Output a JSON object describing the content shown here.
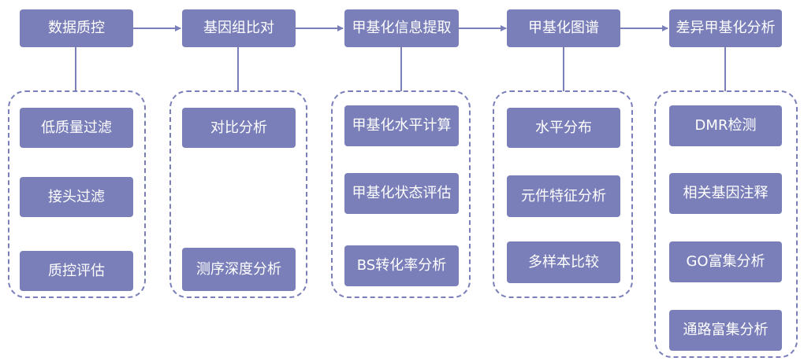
{
  "colors": {
    "box": "#7a7fb9",
    "line": "#7a7fb9",
    "text": "#ffffff",
    "background": "#ffffff"
  },
  "columns": [
    {
      "step": "数据质控",
      "items": [
        "低质量过滤",
        "接头过滤",
        "质控评估"
      ]
    },
    {
      "step": "基因组比对",
      "items": [
        "对比分析",
        "测序深度分析"
      ]
    },
    {
      "step": "甲基化信息提取",
      "items": [
        "甲基化水平计算",
        "甲基化状态评估",
        "BS转化率分析"
      ]
    },
    {
      "step": "甲基化图谱",
      "items": [
        "水平分布",
        "元件特征分析",
        "多样本比较"
      ]
    },
    {
      "step": "差异甲基化分析",
      "items": [
        "DMR检测",
        "相关基因注释",
        "GO富集分析",
        "通路富集分析"
      ]
    }
  ]
}
